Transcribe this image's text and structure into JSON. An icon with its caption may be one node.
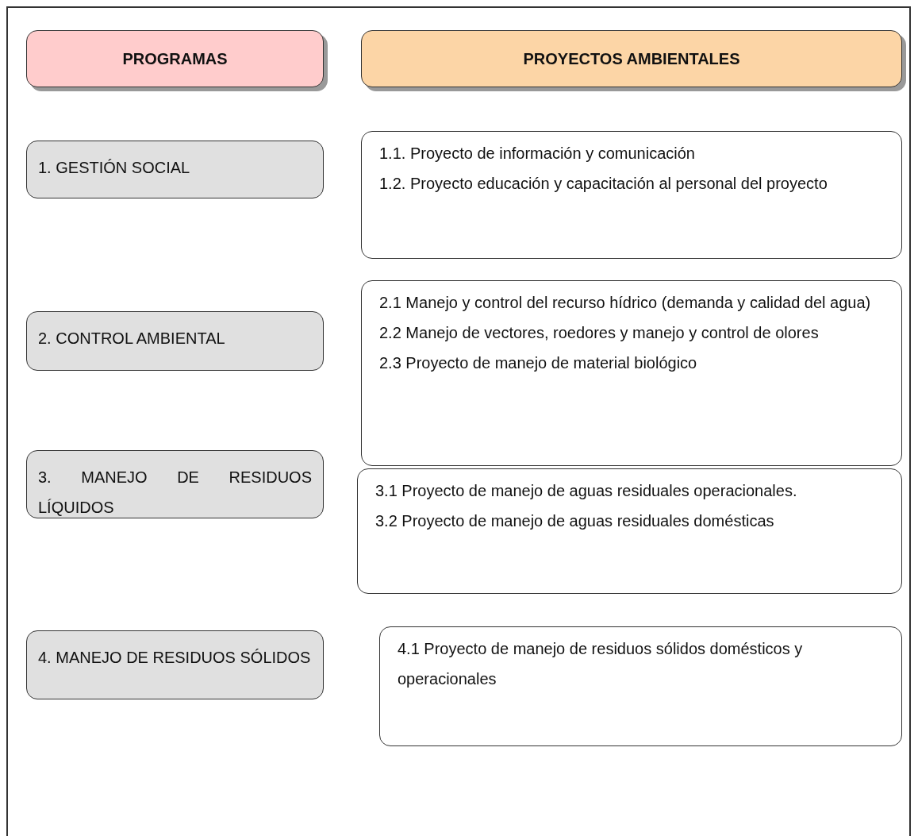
{
  "diagram": {
    "nodes": [
      {
        "text": [
          "PROGRAMAS"
        ]
      },
      {
        "text": [
          "PROYECTOS AMBIENTALES"
        ]
      },
      {
        "text": [
          "1. GESTIÓN SOCIAL"
        ]
      },
      {
        "text": [
          "1.1. Proyecto de información y comunicación",
          "1.2. Proyecto educación y capacitación al personal del proyecto"
        ]
      },
      {
        "text": [
          "2. CONTROL AMBIENTAL"
        ]
      },
      {
        "text": [
          "2.1 Manejo y control del recurso hídrico (demanda y calidad del agua)",
          "2.2 Manejo de vectores, roedores y manejo y control de olores",
          "2.3 Proyecto de manejo de material biológico"
        ]
      },
      {
        "text": [
          "3. MANEJO DE RESIDUOS LÍQUIDOS"
        ]
      },
      {
        "text": [
          "3.1 Proyecto de manejo de aguas residuales operacionales.",
          "3.2 Proyecto de manejo de aguas residuales domésticas"
        ]
      },
      {
        "text": [
          "4. MANEJO DE RESIDUOS SÓLIDOS"
        ]
      },
      {
        "text": [
          "4.1 Proyecto de manejo de residuos sólidos domésticos y operacionales"
        ]
      }
    ]
  }
}
